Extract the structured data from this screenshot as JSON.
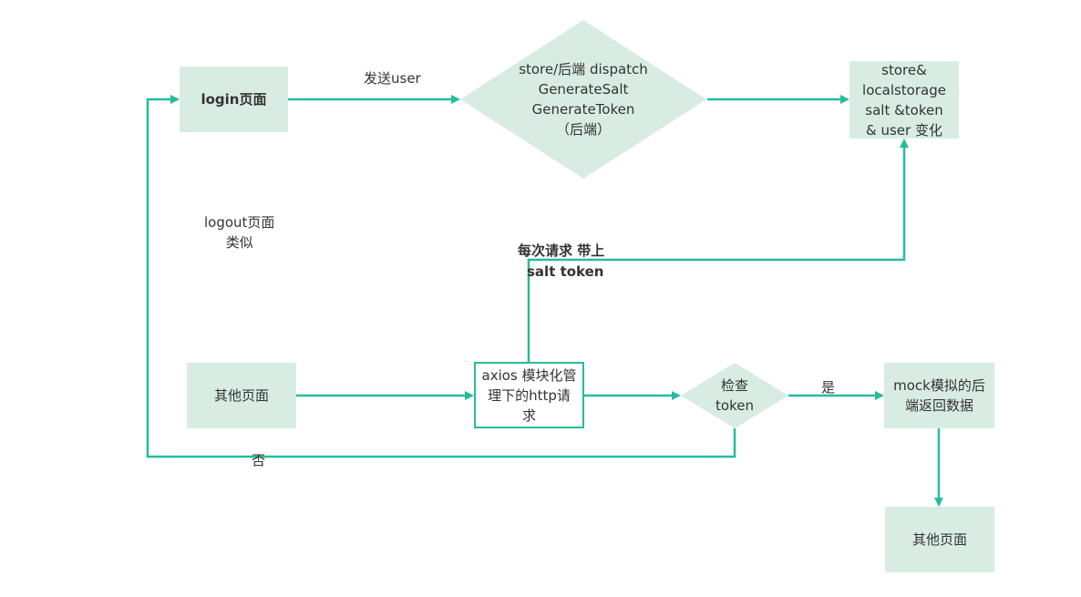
{
  "colors": {
    "node_fill": "#d8ece4",
    "connector": "#26bc9a",
    "text": "#333333"
  },
  "nodes": {
    "login": "login页面",
    "store_dispatch": "store/后端 dispatch\nGenerateSalt\nGenerateToken\n（后端）",
    "store_local": "store&\nlocalstorage\nsalt &token\n& user 变化",
    "other_page_left": "其他页面",
    "axios": "axios 模块化管\n理下的http请\n求",
    "check_token": "检查\ntoken",
    "mock": "mock模拟的后\n端返回数据",
    "other_page_bottom": "其他页面"
  },
  "labels": {
    "send_user": "发送user",
    "logout_similar": "logout页面\n类似",
    "each_request_line1": "每次请求 带上",
    "each_request_line2": "salt token",
    "yes": "是",
    "no": "否"
  }
}
